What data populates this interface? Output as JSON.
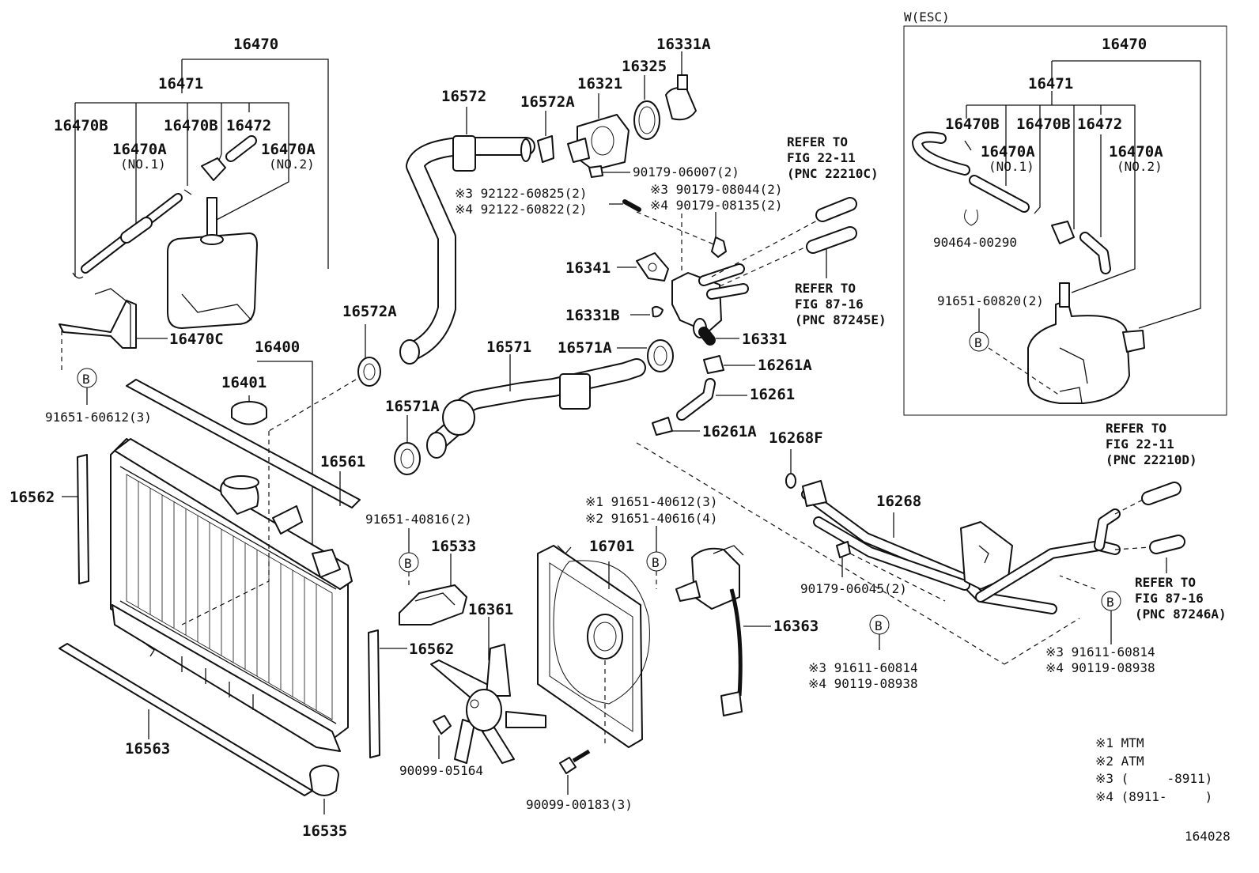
{
  "labels": {
    "l16470": "16470",
    "l16471": "16471",
    "l16470B": "16470B",
    "l16470A_1": "16470A",
    "l16470A_1_sub": "(NO.1)",
    "l16470B_2": "16470B",
    "l16472": "16472",
    "l16470A_2": "16470A",
    "l16470A_2_sub": "(NO.2)",
    "l16470C": "16470C",
    "b_91651_60612": "91651-60612(3)",
    "l16400": "16400",
    "l16401": "16401",
    "l16562_left": "16562",
    "l16561": "16561",
    "b_91651_40816": "91651-40816(2)",
    "l16533": "16533",
    "l16562_right": "16562",
    "l16563": "16563",
    "l16535": "16535",
    "l16572": "16572",
    "l16572A_top": "16572A",
    "l16321": "16321",
    "l16325": "16325",
    "l16331A": "16331A",
    "b_90179_06007": "90179-06007(2)",
    "b_92122_60825": "※3 92122-60825(2)",
    "b_92122_60822": "※4 92122-60822(2)",
    "b_90179_08044": "※3 90179-08044(2)",
    "b_90179_08135": "※4 90179-08135(2)",
    "l16341": "16341",
    "l16331B": "16331B",
    "l16331": "16331",
    "l16572A_mid": "16572A",
    "l16571": "16571",
    "l16571A_right": "16571A",
    "l16571A_left": "16571A",
    "l16261A_top": "16261A",
    "l16261": "16261",
    "l16261A_bottom": "16261A",
    "l16268F": "16268F",
    "l16268": "16268",
    "b_91651_40612": "※1 91651-40612(3)",
    "b_91651_40616": "※2 91651-40616(4)",
    "l16701": "16701",
    "l16361": "16361",
    "l16363": "16363",
    "b_90099_05164": "90099-05164",
    "b_90099_00183": "90099-00183(3)",
    "b_90179_06045": "90179-06045(2)",
    "b_91611_60814_l": "※3 91611-60814",
    "b_90119_08938_l": "※4 90119-08938",
    "b_91611_60814_r": "※3 91611-60814",
    "b_90119_08938_r": "※4 90119-08938",
    "ref1_a": "REFER TO",
    "ref1_b": "FIG 22-11",
    "ref1_c": "(PNC 22210C)",
    "ref2_a": "REFER TO",
    "ref2_b": "FIG 87-16",
    "ref2_c": "(PNC 87245E)",
    "ref3_a": "REFER TO",
    "ref3_b": "FIG 22-11",
    "ref3_c": "(PNC 22210D)",
    "ref4_a": "REFER TO",
    "ref4_b": "FIG 87-16",
    "ref4_c": "(PNC 87246A)",
    "esc_title": "W(ESC)",
    "esc_16470": "16470",
    "esc_16471": "16471",
    "esc_16470B_1": "16470B",
    "esc_16470B_2": "16470B",
    "esc_16472": "16472",
    "esc_16470A_1": "16470A",
    "esc_16470A_1_sub": "(NO.1)",
    "esc_16470A_2": "16470A",
    "esc_16470A_2_sub": "(NO.2)",
    "esc_90464_00290": "90464-00290",
    "esc_91651_60820": "91651-60820(2)",
    "b_marker": "B",
    "note1": "※1 MTM",
    "note2": "※2 ATM",
    "note3": "※3 (     -8911)",
    "note4": "※4 (8911-     )",
    "fig_id": "164028"
  }
}
